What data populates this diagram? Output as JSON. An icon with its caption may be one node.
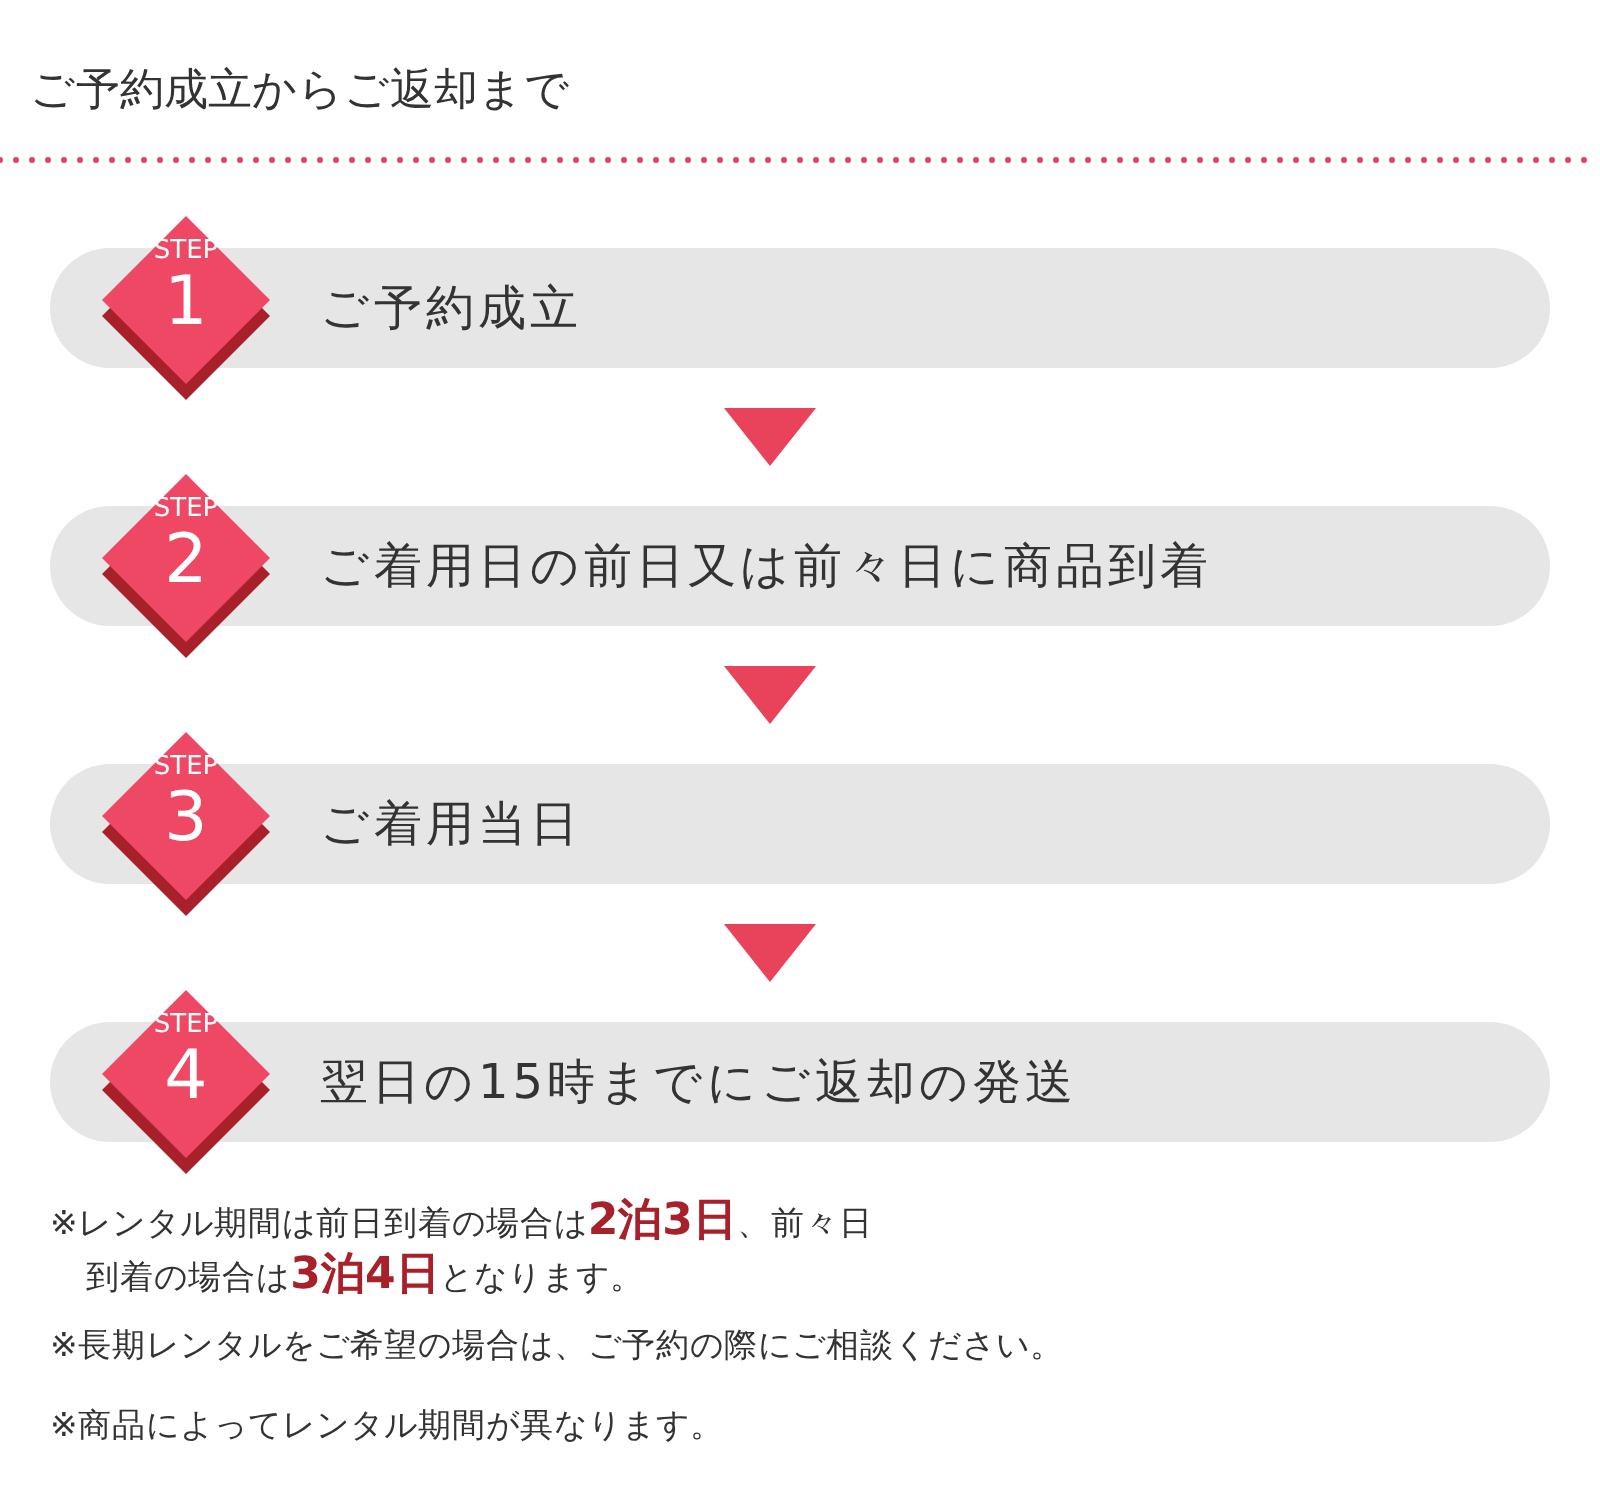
{
  "diagram": {
    "title": "ご予約成立からご返却まで",
    "nodes": [
      {
        "text": [
          "STEP",
          "1"
        ]
      },
      {
        "text": [
          "ご予約成立"
        ]
      },
      {
        "text": [
          "STEP",
          "2"
        ]
      },
      {
        "text": [
          "ご着用日の前日又は前々日に商品到着"
        ]
      },
      {
        "text": [
          "STEP",
          "3"
        ]
      },
      {
        "text": [
          "ご着用当日"
        ]
      },
      {
        "text": [
          "STEP",
          "4"
        ]
      },
      {
        "text": [
          "翌日の15時までにご返却の発送"
        ]
      }
    ],
    "edges": [
      {
        "from": 1,
        "to": 3,
        "arrow": "to"
      },
      {
        "from": 3,
        "to": 5,
        "arrow": "to"
      },
      {
        "from": 5,
        "to": 7,
        "arrow": "to"
      }
    ],
    "labels": [
      "※レンタル期間は前日到着の場合は**2泊3日**、前々日到着の場合は**3泊4日**となります。",
      "※長期レンタルをご希望の場合は、ご予約の際にご相談ください。",
      "※商品によってレンタル期間が異なります。"
    ]
  }
}
